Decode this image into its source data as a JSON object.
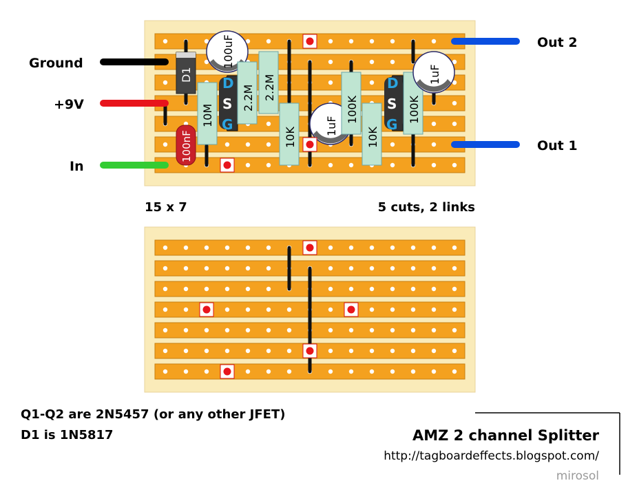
{
  "wires": {
    "ground": "Ground",
    "v9": "+9V",
    "in": "In",
    "out1": "Out 1",
    "out2": "Out 2"
  },
  "board": {
    "size": "15 x 7",
    "cuts_links": "5 cuts, 2 links"
  },
  "components": {
    "d1": "D1",
    "c100uf": "100uF",
    "c100nf": "100nF",
    "r10m": "10M",
    "r22m_a": "2.2M",
    "r22m_b": "2.2M",
    "r10k_a": "10K",
    "c1uf_a": "1uF",
    "r100k_a": "100K",
    "r10k_b": "10K",
    "r100k_b": "100K",
    "c1uf_b": "1uF",
    "q_d": "D",
    "q_s": "S",
    "q_g": "G"
  },
  "notes": {
    "line1": "Q1-Q2 are 2N5457 (or any other JFET)",
    "line2": "D1 is 1N5817"
  },
  "footer": {
    "title": "AMZ 2 channel Splitter",
    "url": "http://tagboardeffects.blogspot.com/",
    "author": "mirosol"
  },
  "colors": {
    "board_bg": "#faebb9",
    "strip": "#f4a11f",
    "cut": "#e8141c",
    "resistor": "#bfe5d2",
    "wire_ground": "#000000",
    "wire_9v": "#e8141c",
    "wire_in": "#33cc33",
    "wire_out": "#0a4fe0"
  }
}
